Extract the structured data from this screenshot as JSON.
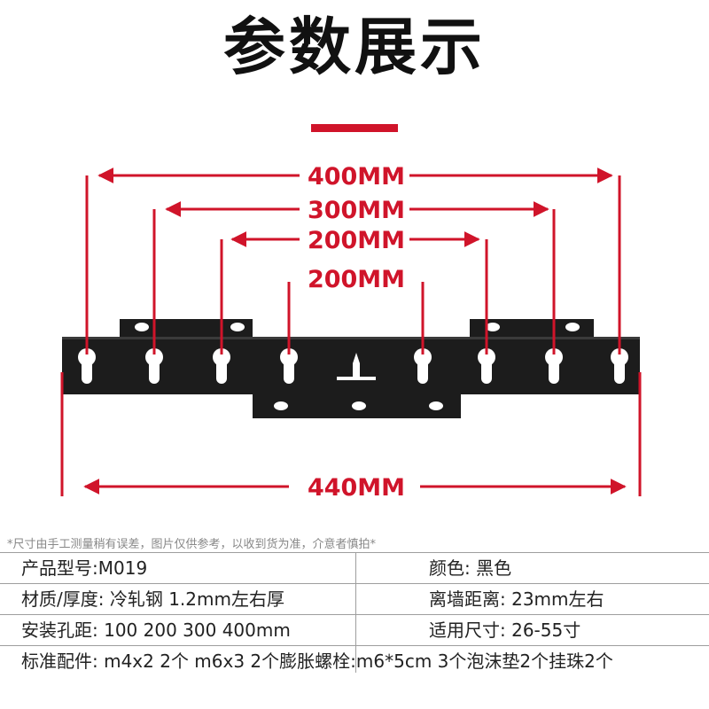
{
  "title": "参数展示",
  "colors": {
    "accent": "#d0142a",
    "bracket": "#1c1c1c"
  },
  "dimensions": {
    "d400": "400MM",
    "d300": "300MM",
    "d200a": "200MM",
    "d200b": "200MM",
    "d440": "440MM"
  },
  "note": "*尺寸由手工测量稍有误差，图片仅供参考，以收到货为准，介意者慎拍*",
  "specs": {
    "model": "产品型号:M019",
    "color": "颜色: 黑色",
    "material": "材质/厚度:  冷轧钢 1.2mm左右厚",
    "wall_distance": "离墙距离:  23mm左右",
    "hole_distance": "安装孔距:  100 200 300 400mm",
    "size": "适用尺寸:  26-55寸",
    "accessories": "标准配件:  m4x2 2个 m6x3 2个膨胀螺栓:m6*5cm 3个泡沫垫2个挂珠2个"
  }
}
